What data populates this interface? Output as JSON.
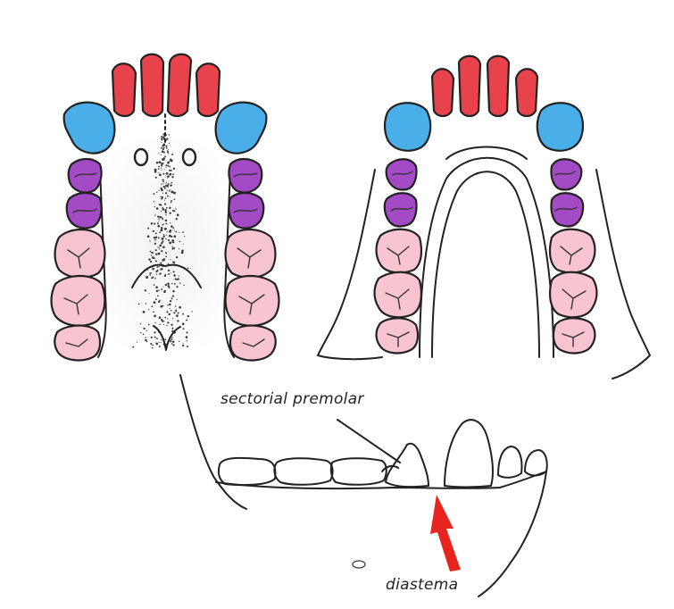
{
  "labels": {
    "sectorial_premolar": "sectorial premolar",
    "diastema": "diastema"
  },
  "colors": {
    "incisor": "#e8434d",
    "canine": "#4aaee8",
    "premolar": "#a34bc4",
    "molar": "#f7c4cf",
    "arrow": "#e8241e",
    "outline": "#222222",
    "palate_dots": "#3a3a3a"
  },
  "icons": {
    "arrow": "red-up-arrow"
  }
}
